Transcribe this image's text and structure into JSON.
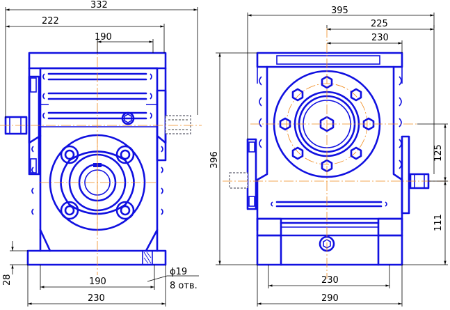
{
  "drawing": {
    "front_view": {
      "dimensions": {
        "overall_top": "332",
        "left_offset": "222",
        "top_plate": "190",
        "base_height": "28",
        "bolt_spacing": "190",
        "base_width": "230",
        "hole_diameter": "ϕ19",
        "hole_count": "8 отв."
      }
    },
    "side_view": {
      "dimensions": {
        "overall_top": "395",
        "flange_offset": "225",
        "top_plate": "230",
        "height": "396",
        "upper_axis": "125",
        "lower_axis": "111",
        "bolt_spacing": "230",
        "base_width": "290"
      }
    },
    "colors": {
      "body": "#1010e0",
      "center_line": "#f08a1c",
      "dimension": "#000000"
    }
  }
}
